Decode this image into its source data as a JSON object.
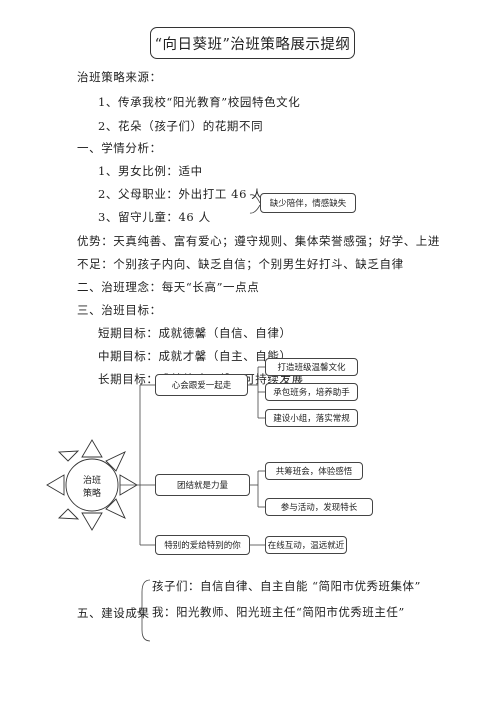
{
  "title": "“向日葵班”治班策略展示提纲",
  "section_source": {
    "heading": "治班策略来源：",
    "items": [
      "1、传承我校“阳光教育”校园特色文化",
      "2、花朵（孩子们）的花期不同"
    ]
  },
  "section1": {
    "heading": "一、学情分析：",
    "items": [
      "1、男女比例：适中",
      "2、父母职业：外出打工 46 人",
      "3、留守儿童：46 人"
    ],
    "note": "缺少陪伴，情感缺失"
  },
  "advantages": {
    "line1": "优势：天真纯善、富有爱心；遵守规则、集体荣誉感强；好学、上进",
    "line2": "不足：个别孩子内向、缺乏自信；个别男生好打斗、缺乏自律"
  },
  "section2": {
    "heading": "二、治班理念：每天“长高”一点点"
  },
  "section3": {
    "heading": "三、治班目标：",
    "items": [
      "短期目标：成就德馨（自信、自律）",
      "中期目标：成就才馨（自主、自能）",
      "长期目标：成就德才双馨，可持续发展"
    ]
  },
  "diagram": {
    "sun_label_line1": "治班",
    "sun_label_line2": "策略",
    "branches": [
      {
        "label": "心会跟爱一起走",
        "leaves": [
          "打造班级温馨文化",
          "承包班务，培养助手",
          "建设小组，落实常规"
        ]
      },
      {
        "label": "团结就是力量",
        "leaves": [
          "共筹班会，体验感悟",
          "参与活动，发现特长"
        ]
      },
      {
        "label": "特别的爱给特别的你",
        "leaves": [
          "在线互动，温远就近"
        ]
      }
    ]
  },
  "section5": {
    "heading": "五、建设成果",
    "items": [
      "孩子们：自信自律、自主自能 “简阳市优秀班集体”",
      "我：阳光教师、阳光班主任“简阳市优秀班主任”"
    ]
  }
}
